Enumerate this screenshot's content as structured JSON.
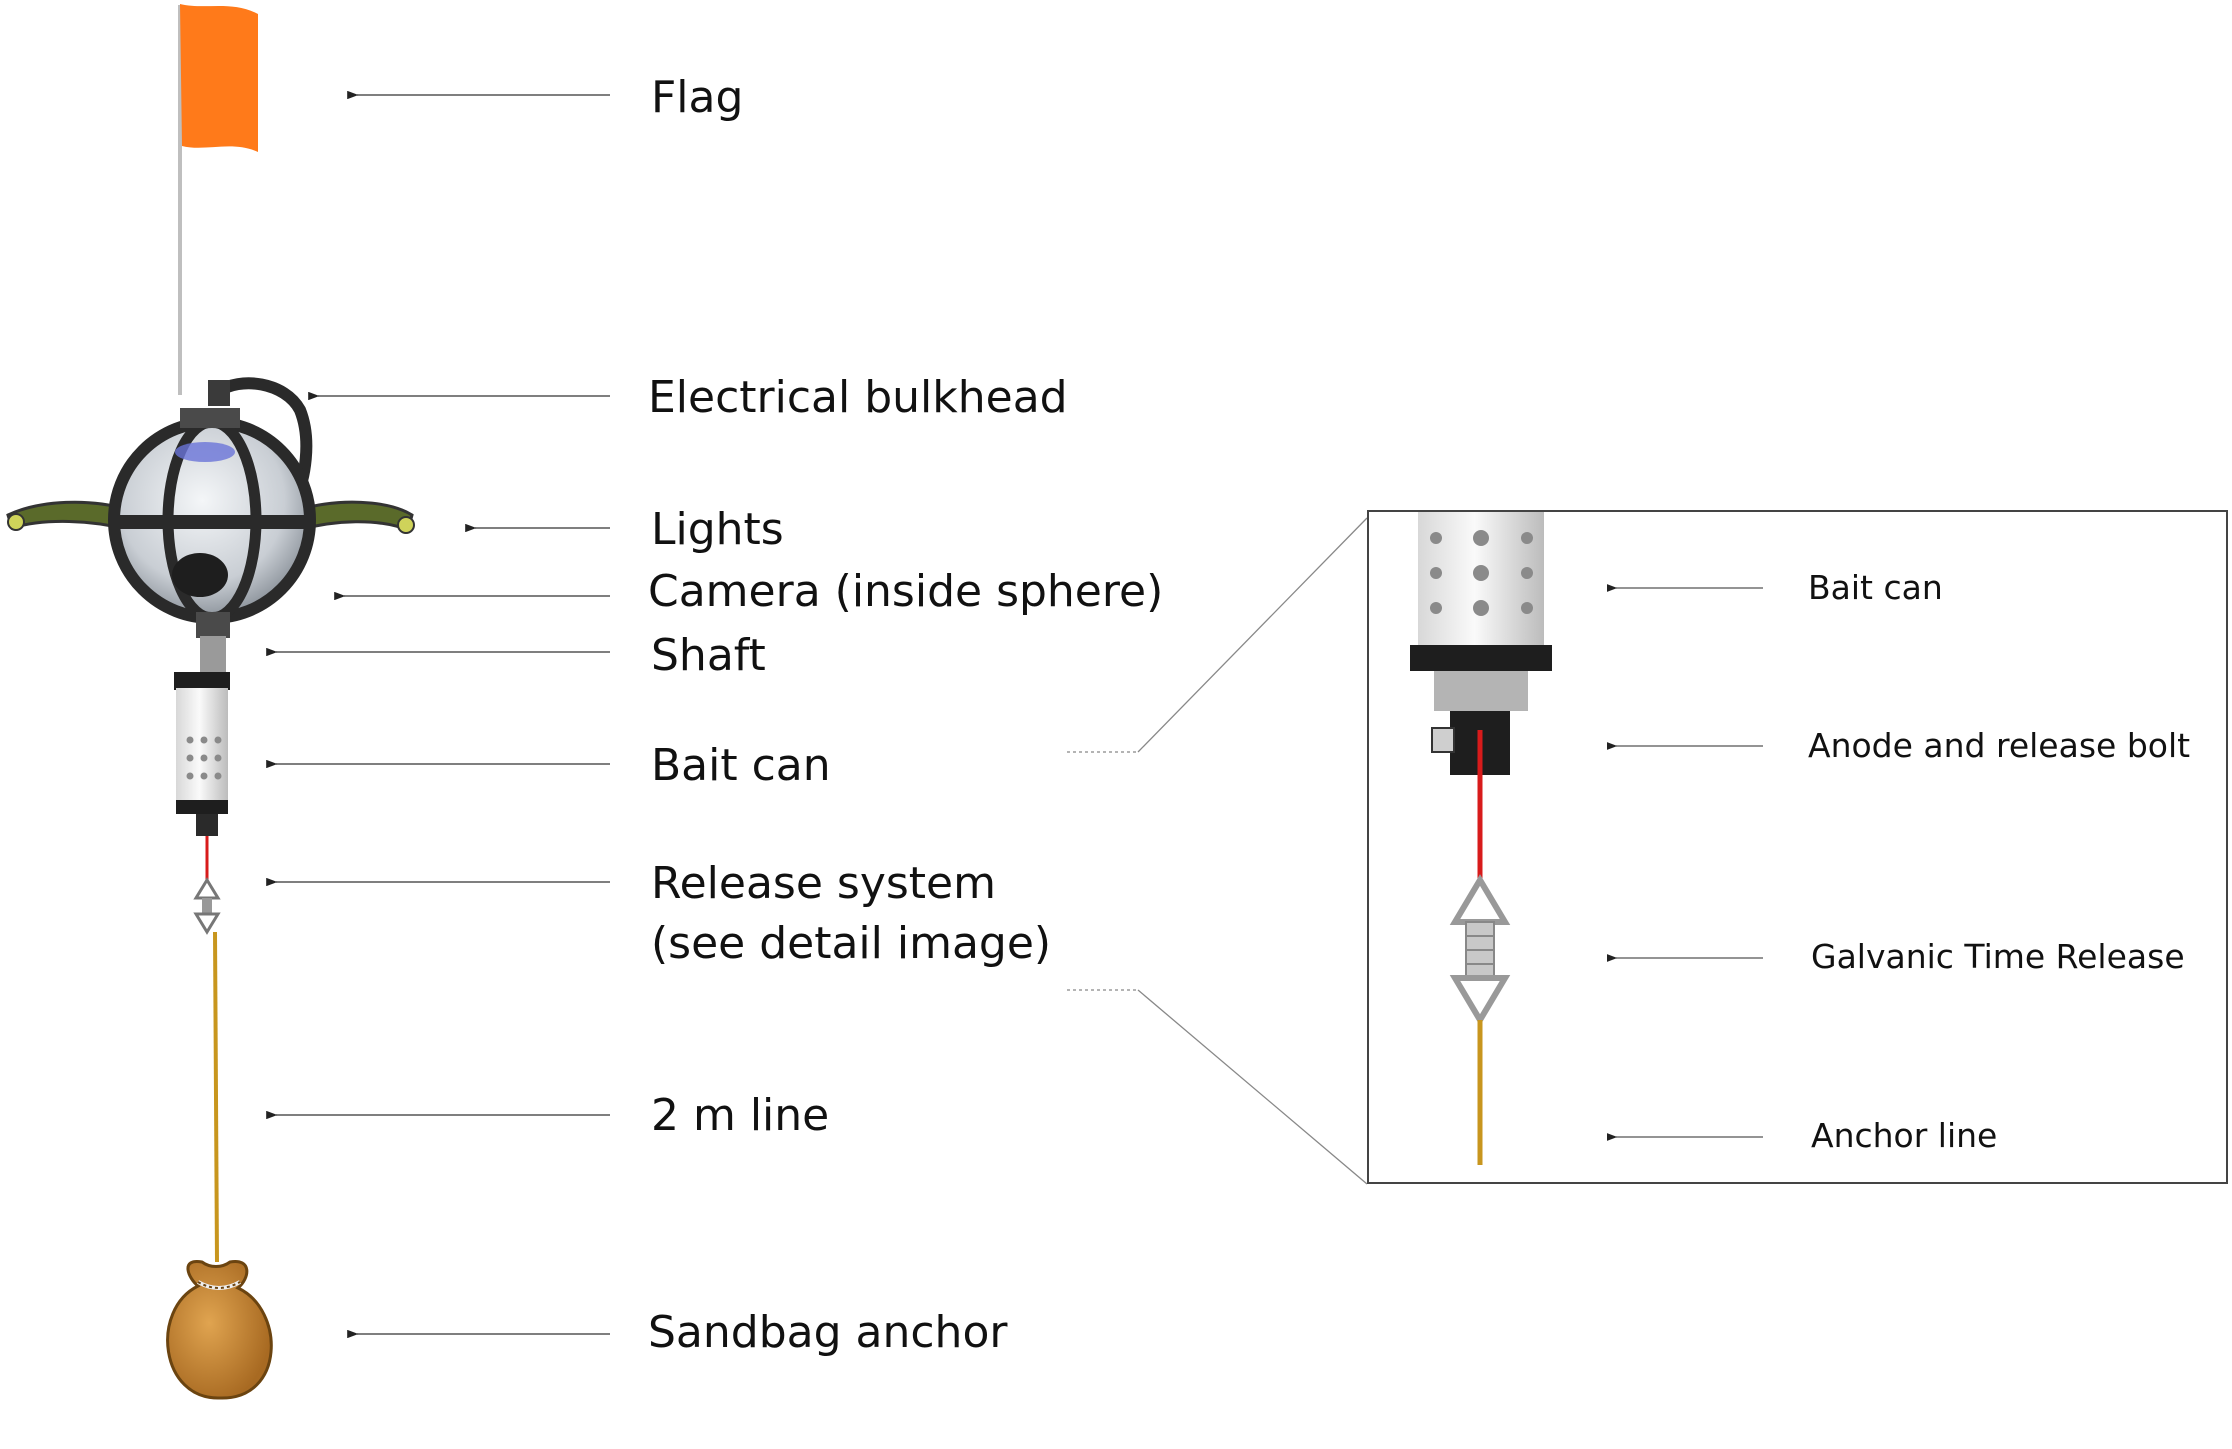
{
  "labels": {
    "flag": "Flag",
    "electrical_bulkhead": "Electrical bulkhead",
    "lights": "Lights",
    "camera": "Camera (inside sphere)",
    "shaft": "Shaft",
    "bait_can": "Bait can",
    "release_system_line1": "Release system",
    "release_system_line2": "(see detail image)",
    "line_2m": "2 m line",
    "sandbag_anchor": "Sandbag anchor"
  },
  "detail_labels": {
    "bait_can": "Bait can",
    "anode_release_bolt": "Anode and release bolt",
    "galvanic_time_release": "Galvanic Time Release",
    "anchor_line": "Anchor line"
  },
  "colors": {
    "flag": "#ff7a1a",
    "frame": "#2a2a2a",
    "light_arms": "#5a6a2a",
    "release_wire": "#d81b1b",
    "anchor_line": "#c8961e",
    "sandbag": "#c98a3a"
  }
}
